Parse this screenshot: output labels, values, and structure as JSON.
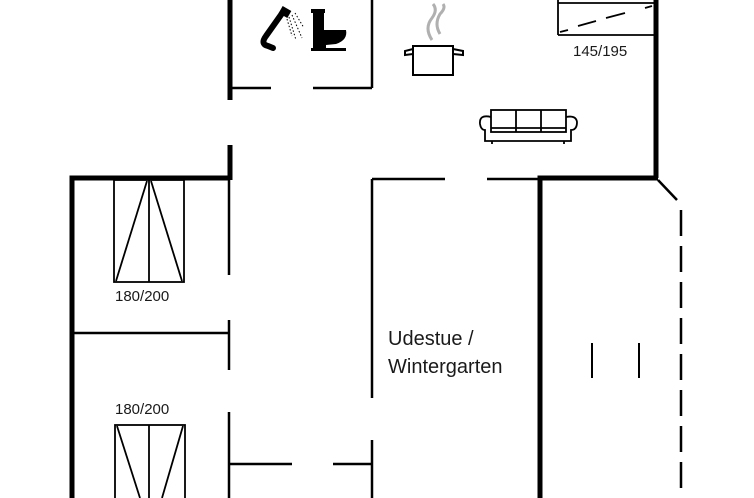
{
  "plan": {
    "rooms": [
      {
        "name": "Udestue /",
        "name2": "Wintergarten"
      }
    ],
    "beds": [
      {
        "label": "145/195"
      },
      {
        "label": "180/200"
      },
      {
        "label": "180/200"
      }
    ],
    "icons": [
      "shower-icon",
      "toilet-icon",
      "cooking-pot-icon",
      "sofa-icon",
      "bed-icon"
    ],
    "colors": {
      "wall": "#000000",
      "background": "#ffffff",
      "steam": "#b0b0b0"
    }
  }
}
